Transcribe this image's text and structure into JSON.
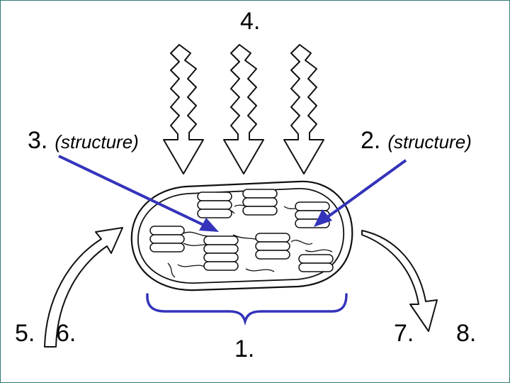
{
  "labels": {
    "l1": "1.",
    "l2": "2.",
    "l2_note": "(structure)",
    "l3": "3.",
    "l3_note": "(structure)",
    "l4": "4.",
    "l5": "5.",
    "l6": "6.",
    "l7": "7.",
    "l8": "8."
  },
  "colors": {
    "pointer": "#3333bb",
    "outline": "#111111",
    "frame": "#2e7d74"
  }
}
